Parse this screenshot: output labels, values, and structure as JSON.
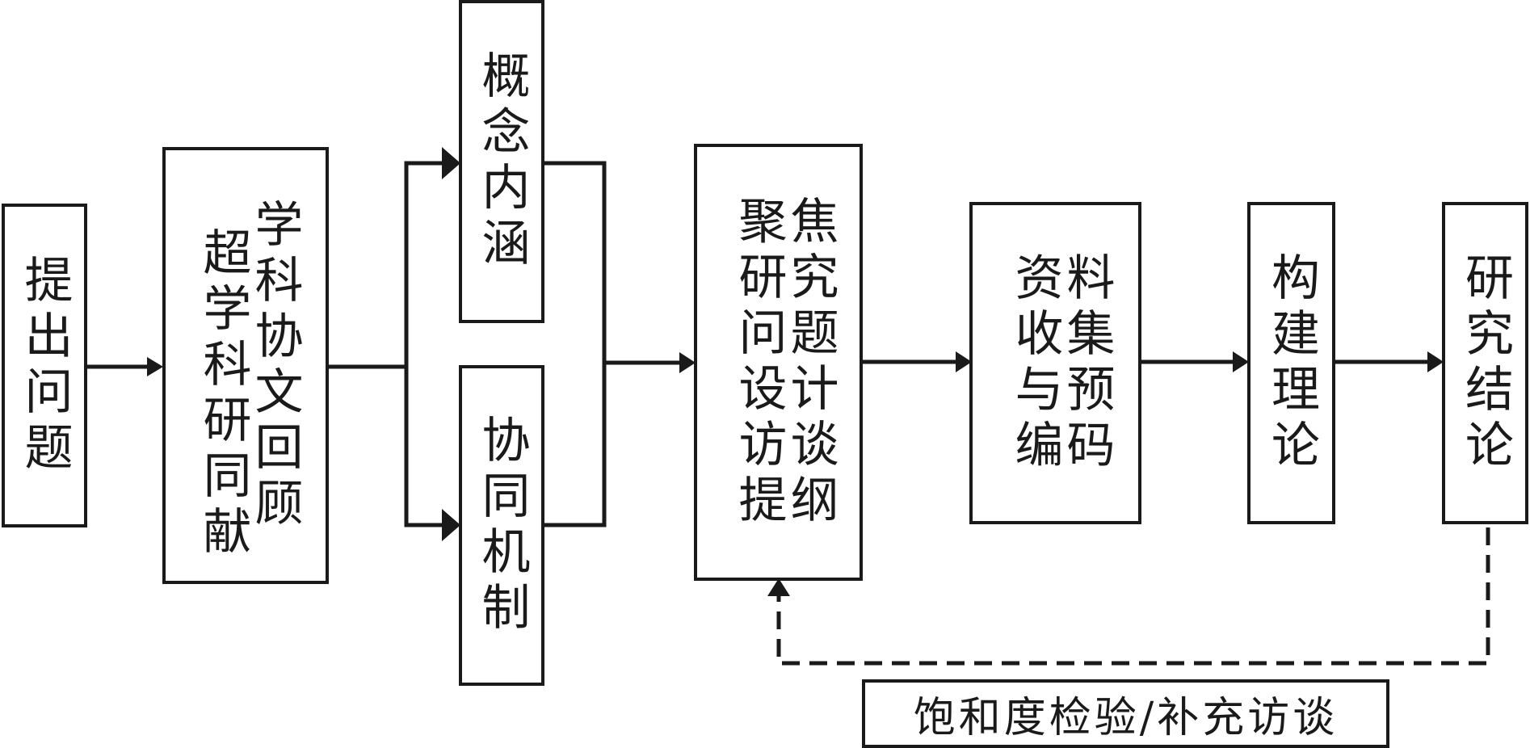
{
  "nodes": {
    "propose_question": {
      "columns": [
        "提出问题"
      ]
    },
    "literature_review": {
      "columns": [
        "超学科研同献",
        "学科协文回顾"
      ]
    },
    "concept_connotation": {
      "columns": [
        "概念内涵"
      ]
    },
    "collaborative_mechanism": {
      "columns": [
        "协同机制"
      ]
    },
    "focus_questions": {
      "columns": [
        "聚研问设访提",
        "焦究题计谈纲"
      ]
    },
    "data_collection": {
      "columns": [
        "资收与编",
        "料集预码"
      ]
    },
    "build_theory": {
      "columns": [
        "构建理论"
      ]
    },
    "conclusion": {
      "columns": [
        "研究结论"
      ]
    }
  },
  "feedback_label": "饱和度检验/补充访谈"
}
